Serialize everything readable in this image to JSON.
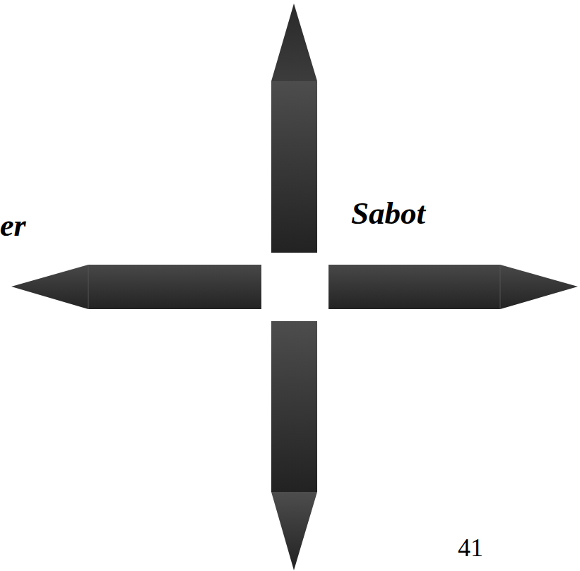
{
  "diagram": {
    "labels": [
      "er",
      "Sabot",
      "41"
    ]
  }
}
